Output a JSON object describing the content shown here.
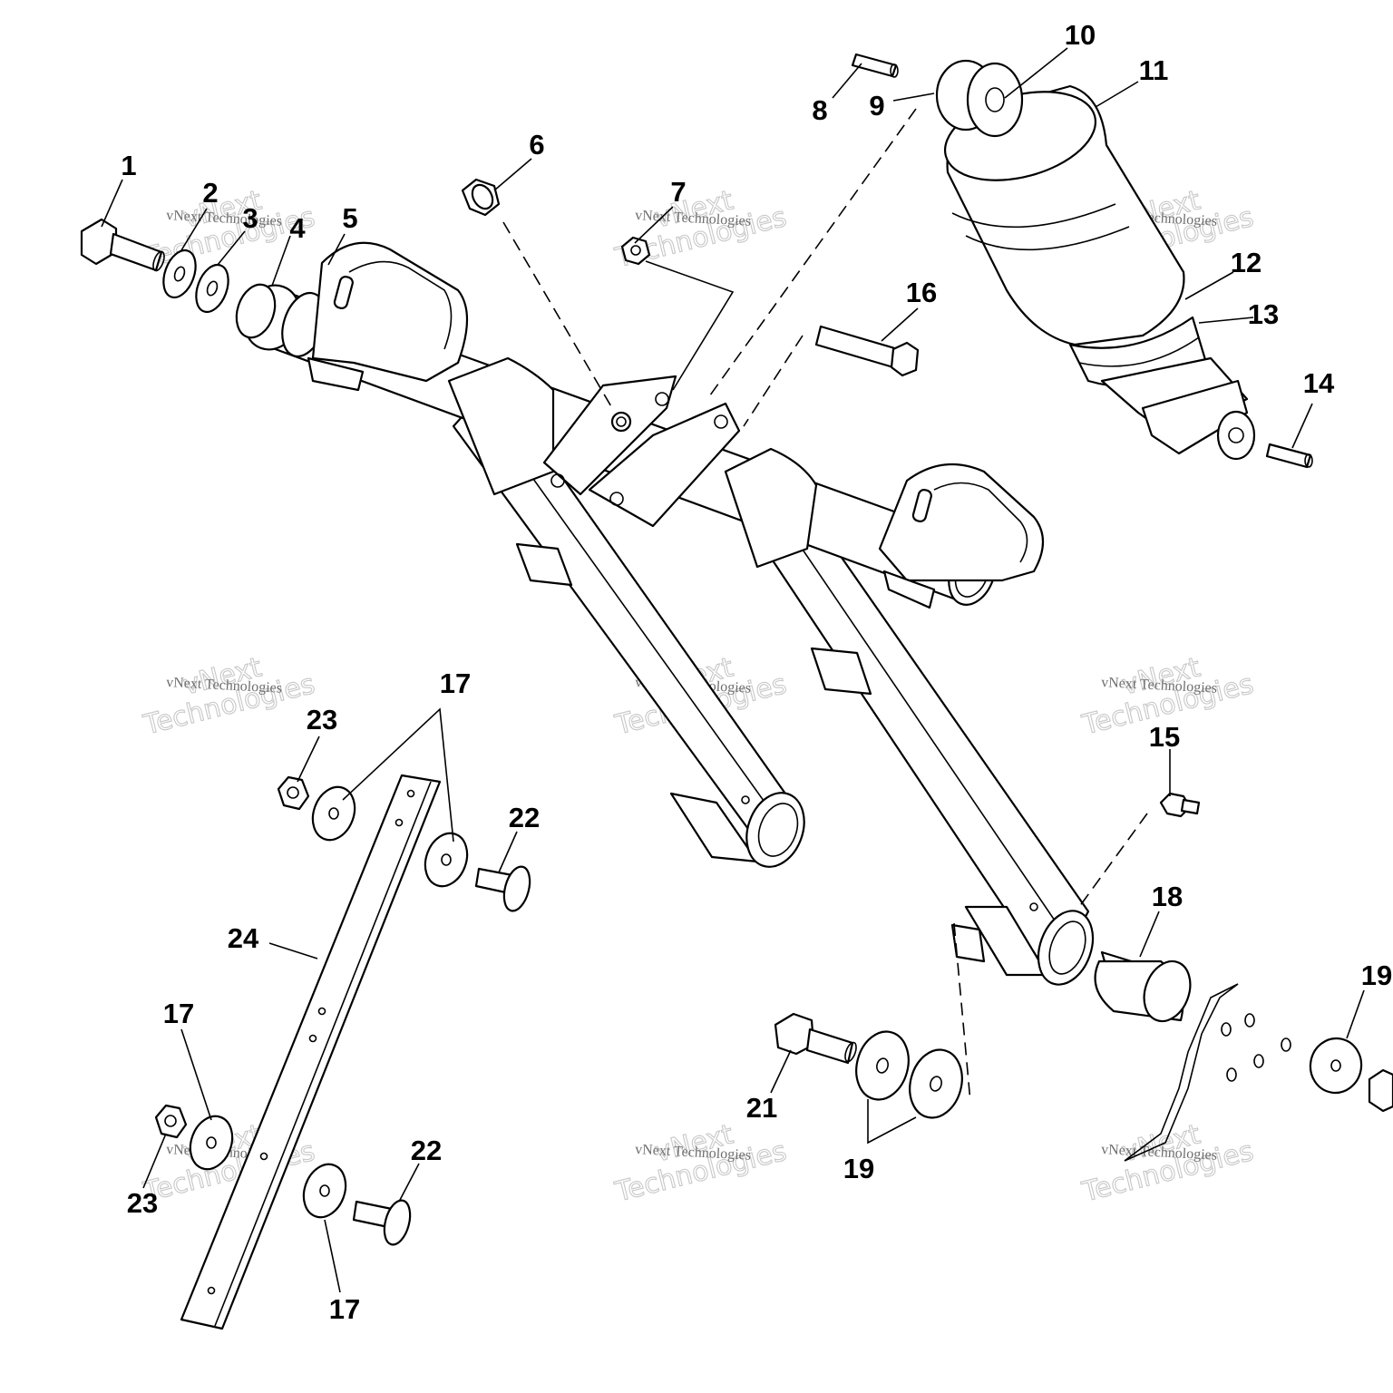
{
  "callouts": [
    {
      "id": "1",
      "text": "1"
    },
    {
      "id": "2",
      "text": "2"
    },
    {
      "id": "3",
      "text": "3"
    },
    {
      "id": "4",
      "text": "4"
    },
    {
      "id": "5",
      "text": "5"
    },
    {
      "id": "6",
      "text": "6"
    },
    {
      "id": "7",
      "text": "7"
    },
    {
      "id": "8",
      "text": "8"
    },
    {
      "id": "9",
      "text": "9"
    },
    {
      "id": "10",
      "text": "10"
    },
    {
      "id": "11",
      "text": "11"
    },
    {
      "id": "12",
      "text": "12"
    },
    {
      "id": "13",
      "text": "13"
    },
    {
      "id": "14",
      "text": "14"
    },
    {
      "id": "15",
      "text": "15"
    },
    {
      "id": "16",
      "text": "16"
    },
    {
      "id": "17a",
      "text": "17"
    },
    {
      "id": "17b",
      "text": "17"
    },
    {
      "id": "17c",
      "text": "17"
    },
    {
      "id": "18",
      "text": "18"
    },
    {
      "id": "19a",
      "text": "19"
    },
    {
      "id": "19b",
      "text": "19"
    },
    {
      "id": "21",
      "text": "21"
    },
    {
      "id": "22a",
      "text": "22"
    },
    {
      "id": "22b",
      "text": "22"
    },
    {
      "id": "23a",
      "text": "23"
    },
    {
      "id": "23b",
      "text": "23"
    },
    {
      "id": "24",
      "text": "24"
    }
  ],
  "watermark": {
    "big_line_1": "vNext",
    "big_line_2": "Technologies",
    "small": "vNext Technologies"
  }
}
